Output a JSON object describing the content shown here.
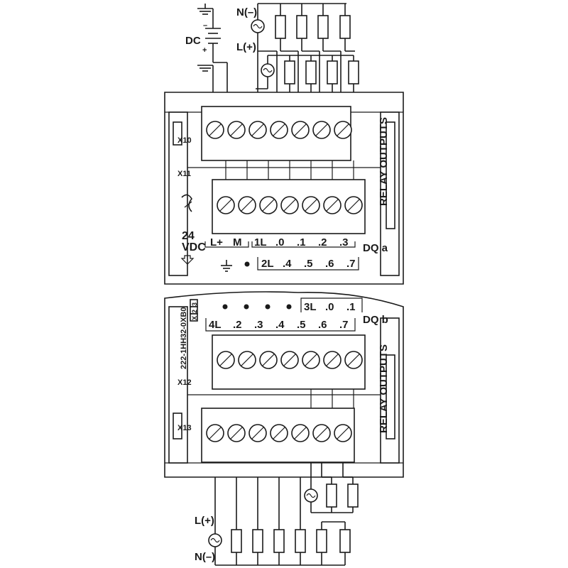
{
  "supply": {
    "dc_label": "DC",
    "minus": "–",
    "plus": "+",
    "n_top": "N(–)",
    "l_top": "L(+)",
    "l_bottom": "L(+)",
    "n_bottom": "N(–)"
  },
  "module_a": {
    "x10": "X10",
    "x11": "X11",
    "side_label": "RELAY OUTPUTS",
    "voltage_line1": "24",
    "voltage_line2": "VDC",
    "group_label": "DQ a",
    "row1_terminals": [
      "L+",
      "M",
      "1L",
      ".0",
      ".1",
      ".2",
      ".3"
    ],
    "row2_terminals": [
      "2L",
      ".4",
      ".5",
      ".6",
      ".7"
    ]
  },
  "module_b": {
    "part_number": "222-1HH32-0XB0",
    "version_boxes": [
      "X",
      "2",
      "3"
    ],
    "x12": "X12",
    "x13": "X13",
    "side_label": "RELAY OUTPUTS",
    "group_label": "DQ b",
    "row1_terminals": [
      "3L",
      ".0",
      ".1"
    ],
    "row2_terminals": [
      "4L",
      ".2",
      ".3",
      ".4",
      ".5",
      ".6",
      ".7"
    ]
  }
}
